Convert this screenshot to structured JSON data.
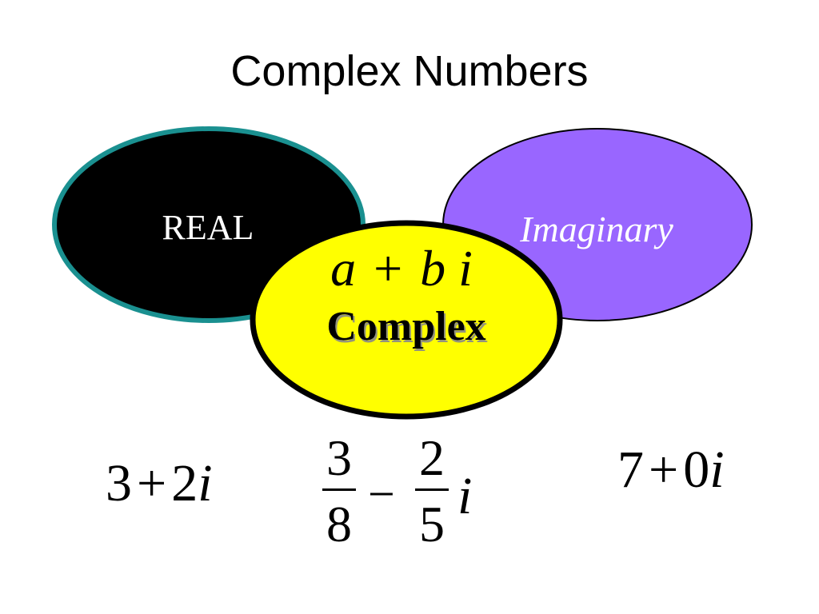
{
  "slide": {
    "title": "Complex Numbers"
  },
  "diagram": {
    "real_label": "REAL",
    "imaginary_label": "Imaginary",
    "complex_form": {
      "a": "a",
      "plus": "+",
      "b": "b",
      "i": "i"
    },
    "complex_label": "Complex",
    "colors": {
      "real_fill": "#000000",
      "real_stroke": "#1a9090",
      "imaginary_fill": "#9966ff",
      "complex_fill": "#ffff00",
      "complex_stroke": "#000000"
    }
  },
  "examples": {
    "ex1": {
      "a": "3",
      "op": "+",
      "b": "2",
      "i": "i"
    },
    "ex2": {
      "num1": "3",
      "den1": "8",
      "op": "−",
      "num2": "2",
      "den2": "5",
      "i": "i"
    },
    "ex3": {
      "a": "7",
      "op": "+",
      "b": "0",
      "i": "i"
    }
  }
}
